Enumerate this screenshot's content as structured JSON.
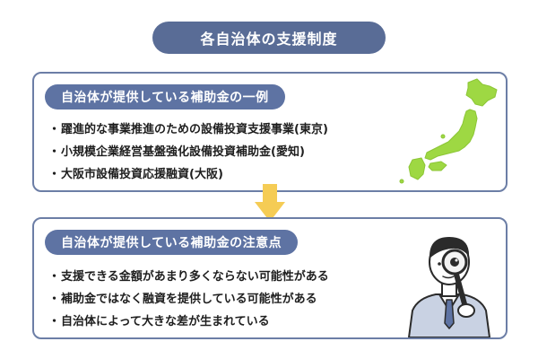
{
  "title": "各自治体の支援制度",
  "examples": {
    "header": "自治体が提供している補助金の一例",
    "items": [
      "躍進的な事業推進のための設備投資支援事業(東京)",
      "小規模企業経営基盤強化設備投資補助金(愛知)",
      "大阪市設備投資応援融資(大阪)"
    ]
  },
  "cautions": {
    "header": "自治体が提供している補助金の注意点",
    "items": [
      "支援できる金額があまり多くならない可能性がある",
      "補助金ではなく融資を提供している可能性がある",
      "自治体によって大きな差が生まれている"
    ]
  },
  "bullet_symbol": "・",
  "icons": {
    "map": "japan-map-icon",
    "arrow": "arrow-down-icon",
    "person": "magnifying-glass-person-icon"
  },
  "colors": {
    "title_bg": "#596c96",
    "header_bg": "#5e73a3",
    "panel_border": "#6c7ea6",
    "arrow": "#f5cc55",
    "map": "#9ed843"
  }
}
